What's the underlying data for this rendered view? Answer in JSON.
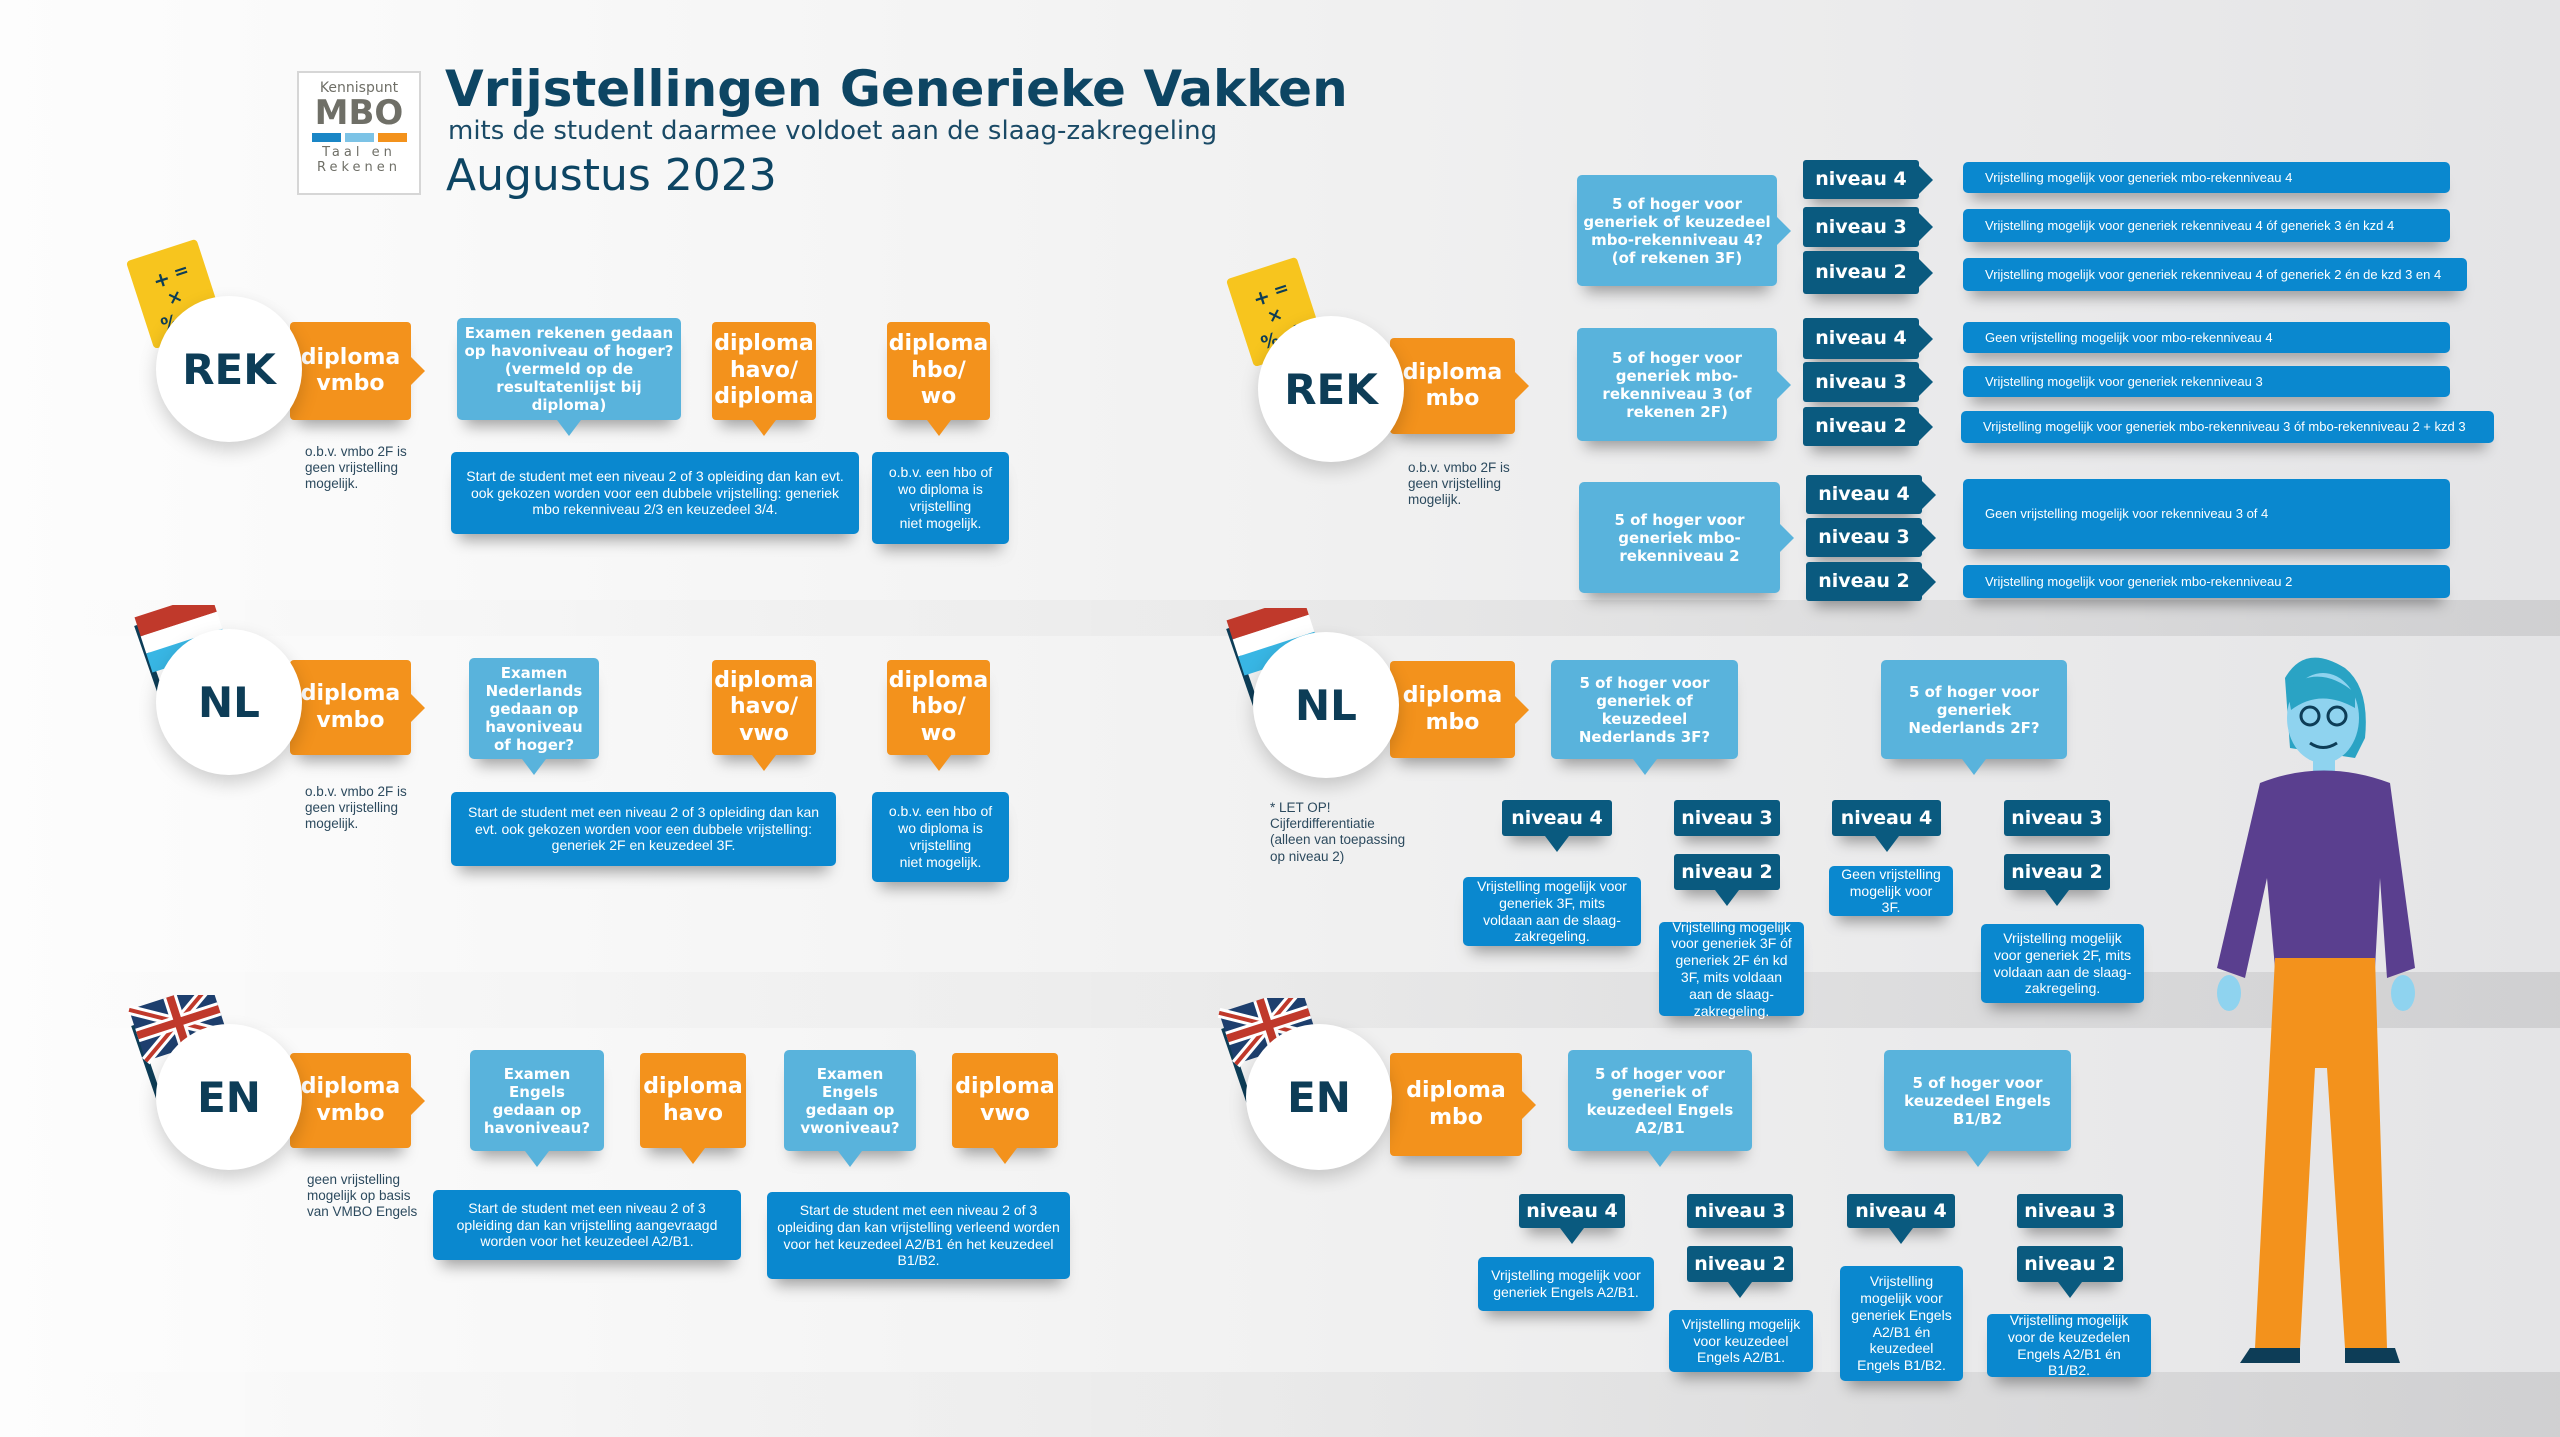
{
  "logo": {
    "line1": "Kennispunt",
    "line2": "MBO",
    "line3": "Taal en",
    "line4": "Rekenen"
  },
  "header": {
    "title": "Vrijstellingen Generieke Vakken",
    "subtitle": "mits de student daarmee voldoet aan de slaag-zakregeling",
    "date": "Augustus 2023"
  },
  "colors": {
    "dark_blue": "#0a5a7f",
    "light_blue": "#59b3dc",
    "mid_blue": "#0a88cf",
    "orange": "#f3921c",
    "navy": "#0d3d57"
  },
  "left": {
    "rek": {
      "subject": "REK",
      "diploma": "diploma\nvmbo",
      "note": "o.b.v. vmbo 2F is\ngeen vrijstelling\nmogelijk.",
      "question": "Examen rekenen gedaan op havoniveau of hoger? (vermeld op de resultatenlijst bij diploma)",
      "diploma2": "diploma\nhavo/\ndiploma",
      "diploma3": "diploma\nhbo/\nwo",
      "result1": "Start de student met een niveau 2 of 3 opleiding dan kan evt. ook gekozen worden voor een dubbele vrijstelling: generiek mbo rekenniveau 2/3 en keuzedeel 3/4.",
      "result2": "o.b.v. een hbo of\nwo diploma is\nvrijstelling\nniet mogelijk."
    },
    "nl": {
      "subject": "NL",
      "diploma": "diploma\nvmbo",
      "note": "o.b.v. vmbo 2F is\ngeen vrijstelling\nmogelijk.",
      "question": "Examen Nederlands gedaan op havoniveau of hoger?",
      "diploma2": "diploma\nhavo/\nvwo",
      "diploma3": "diploma\nhbo/\nwo",
      "result1": "Start de student met een niveau 2 of 3 opleiding dan kan evt. ook gekozen worden voor een dubbele vrijstelling: generiek 2F en keuzedeel 3F.",
      "result2": "o.b.v. een hbo of\nwo diploma is\nvrijstelling\nniet mogelijk."
    },
    "en": {
      "subject": "EN",
      "diploma": "diploma\nvmbo",
      "note": "geen vrijstelling\nmogelijk op basis\nvan VMBO Engels",
      "question1": "Examen Engels gedaan op havoniveau?",
      "diploma2": "diploma\nhavo",
      "question2": "Examen Engels gedaan op vwoniveau?",
      "diploma3": "diploma\nvwo",
      "result1": "Start de student met een niveau 2 of 3 opleiding dan kan vrijstelling aangevraagd worden voor het keuzedeel A2/B1.",
      "result2": "Start de student met een niveau 2 of 3 opleiding dan kan vrijstelling verleend worden voor het keuzedeel A2/B1 én het keuzedeel B1/B2."
    }
  },
  "right": {
    "rek": {
      "subject": "REK",
      "diploma": "diploma\nmbo",
      "note": "o.b.v. vmbo 2F is\ngeen vrijstelling\nmogelijk.",
      "groups": [
        {
          "question": "5 of hoger voor generiek of keuzedeel mbo-rekenniveau 4? (of rekenen 3F)",
          "levels": [
            "niveau 4",
            "niveau 3",
            "niveau 2"
          ],
          "results": [
            "Vrijstelling mogelijk voor generiek mbo-rekenniveau 4",
            "Vrijstelling mogelijk voor generiek rekenniveau 4 óf generiek 3 én kzd 4",
            "Vrijstelling mogelijk voor generiek rekenniveau 4 of generiek 2 én de kzd 3 en 4"
          ]
        },
        {
          "question": "5 of hoger voor generiek mbo-rekenniveau 3 (of rekenen 2F)",
          "levels": [
            "niveau 4",
            "niveau 3",
            "niveau 2"
          ],
          "results": [
            "Geen vrijstelling mogelijk voor mbo-rekenniveau 4",
            "Vrijstelling mogelijk voor generiek rekenniveau 3",
            "Vrijstelling mogelijk voor generiek mbo-rekenniveau 3  óf mbo-rekenniveau 2 + kzd 3"
          ]
        },
        {
          "question": "5 of hoger voor generiek mbo-rekenniveau 2",
          "levels": [
            "niveau 4",
            "niveau 3",
            "niveau 2"
          ],
          "results": [
            "Geen vrijstelling mogelijk voor rekenniveau 3 of 4",
            "Vrijstelling mogelijk voor generiek mbo-rekenniveau 2"
          ]
        }
      ]
    },
    "nl": {
      "subject": "NL",
      "diploma": "diploma\nmbo",
      "note": "* LET OP!\nCijferdifferentiatie\n(alleen van toepassing\nop niveau 2)",
      "question1": "5 of hoger voor generiek of keuzedeel Nederlands 3F?",
      "question2": "5 of hoger voor generiek Nederlands 2F?",
      "levels": [
        "niveau 4",
        "niveau 3",
        "niveau 2",
        "niveau 4",
        "niveau 3",
        "niveau 2"
      ],
      "results": [
        "Vrijstelling mogelijk voor generiek 3F, mits voldaan aan de slaag-zakregeling.",
        "Vrijstelling mogelijk voor generiek 3F óf generiek 2F én kd 3F, mits voldaan aan de slaag-zakregeling.",
        "Geen vrijstelling mogelijk voor 3F.",
        "Vrijstelling mogelijk voor generiek 2F, mits voldaan aan de slaag-zakregeling."
      ]
    },
    "en": {
      "subject": "EN",
      "diploma": "diploma\nmbo",
      "question1": "5 of hoger voor generiek of keuzedeel Engels A2/B1",
      "question2": "5 of hoger voor keuzedeel Engels B1/B2",
      "levels": [
        "niveau 4",
        "niveau 3",
        "niveau 2",
        "niveau 4",
        "niveau 3",
        "niveau 2"
      ],
      "results": [
        "Vrijstelling mogelijk voor generiek Engels A2/B1.",
        "Vrijstelling mogelijk voor keuzedeel Engels A2/B1.",
        "Vrijstelling mogelijk voor generiek Engels A2/B1 én keuzedeel Engels B1/B2.",
        "Vrijstelling mogelijk voor de keuzedelen Engels A2/B1 én B1/B2."
      ]
    }
  }
}
